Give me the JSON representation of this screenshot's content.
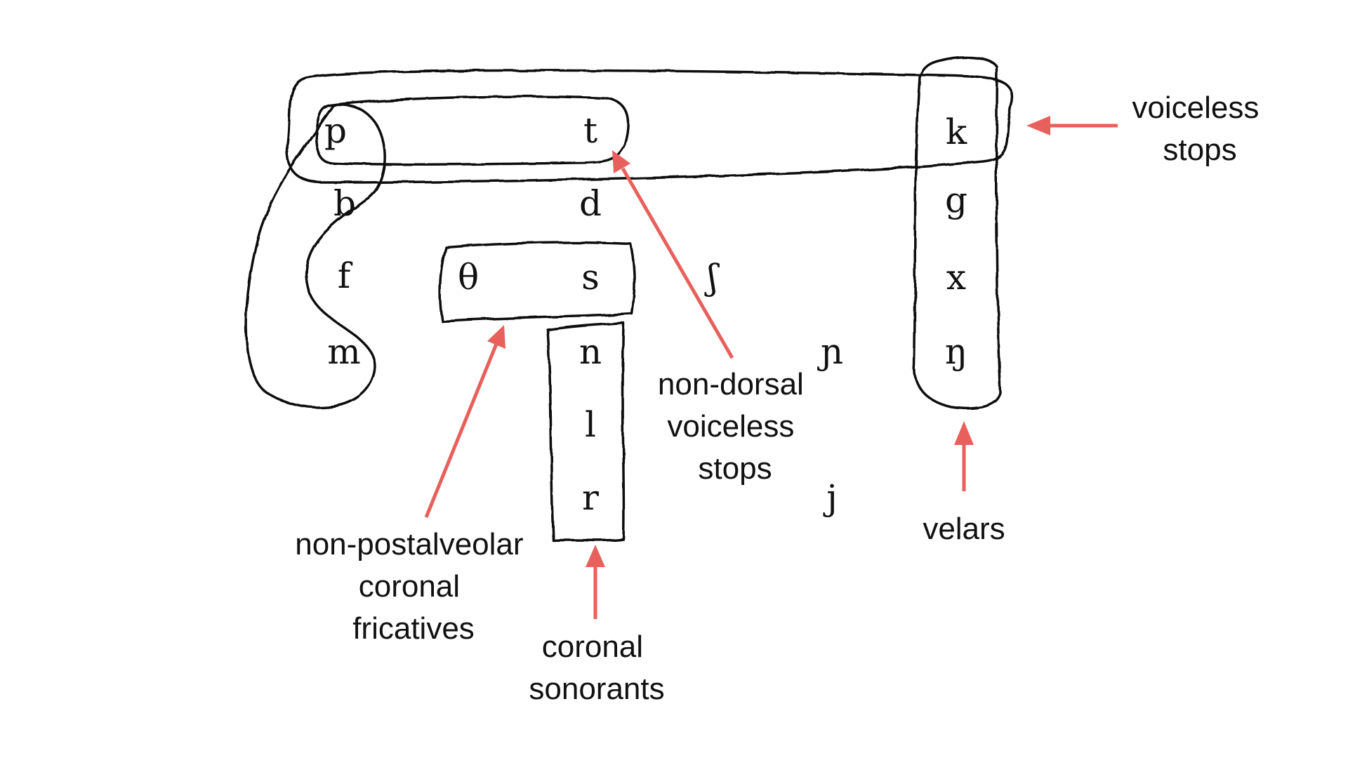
{
  "segments": {
    "p": "p",
    "t": "t",
    "k": "k",
    "b": "b",
    "d": "d",
    "g": "g",
    "f": "f",
    "theta": "θ",
    "s": "s",
    "esh": "ʃ",
    "x": "x",
    "m": "m",
    "n": "n",
    "palatal_nasal": "ɲ",
    "eng": "ŋ",
    "l": "l",
    "r": "r",
    "j": "j"
  },
  "labels": {
    "voiceless_stops": [
      "voiceless",
      "stops"
    ],
    "non_dorsal_voiceless_stops": [
      "non-dorsal",
      "voiceless",
      "stops"
    ],
    "non_postalveolar_coronal_fricatives": [
      "non-postalveolar",
      "coronal",
      "fricatives"
    ],
    "coronal_sonorants": [
      "coronal",
      "sonorants"
    ],
    "velars": [
      "velars"
    ]
  },
  "colors": {
    "arrow": "#e8605b",
    "ink": "#111111"
  }
}
